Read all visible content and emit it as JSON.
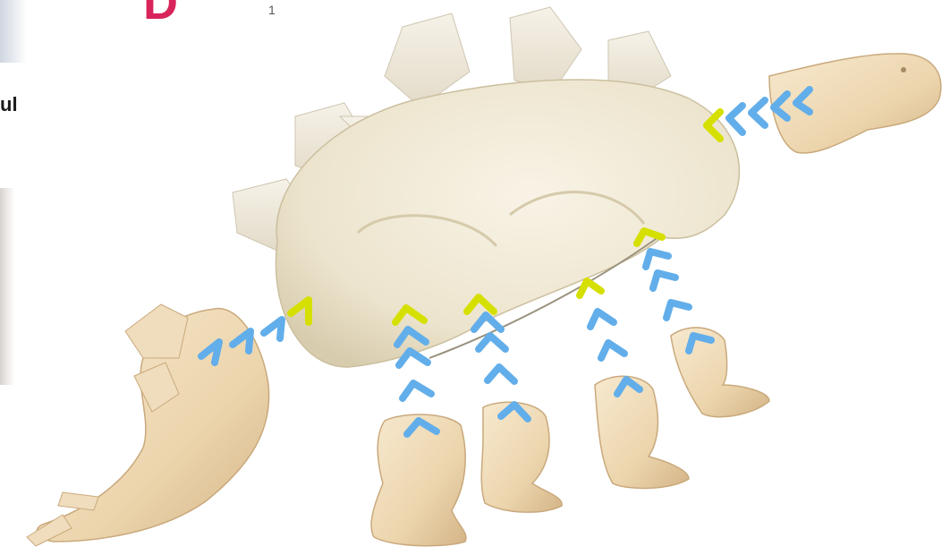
{
  "labels": {
    "side_text": "ul",
    "top_title": "D",
    "top_mark": "1"
  },
  "colors": {
    "body_fill": "#efe8d6",
    "body_shade": "#d9cfb4",
    "plate_fill": "#f1ece0",
    "limb_fill": "#efd9b8",
    "limb_shade": "#d6b98f",
    "arrow_blue": "#62aeea",
    "arrow_yellow": "#d6e000",
    "title_pink": "#d8245a"
  },
  "parts": [
    "body",
    "dorsal-plates",
    "tail",
    "neck-head",
    "front-left-leg",
    "front-right-leg",
    "hind-left-leg",
    "hind-right-leg"
  ],
  "arrow_groups": [
    {
      "target": "head",
      "blue_count": 4,
      "yellow_count": 1
    },
    {
      "target": "tail",
      "blue_count": 3,
      "yellow_count": 1
    },
    {
      "target": "front-left-leg",
      "blue_count": 4,
      "yellow_count": 1
    },
    {
      "target": "front-right-leg",
      "blue_count": 4,
      "yellow_count": 1
    },
    {
      "target": "hind-left-leg",
      "blue_count": 3,
      "yellow_count": 1
    },
    {
      "target": "hind-right-leg",
      "blue_count": 4,
      "yellow_count": 1
    }
  ]
}
